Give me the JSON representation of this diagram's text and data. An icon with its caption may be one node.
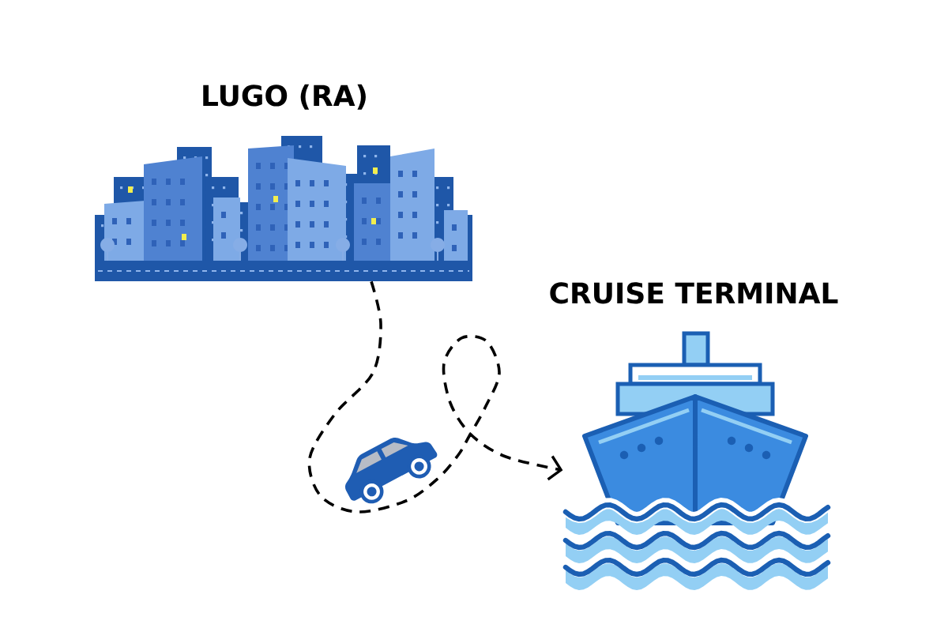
{
  "diagram": {
    "nodes": [
      {
        "text": [
          "LUGO (RA)"
        ]
      },
      {
        "text": [
          "CRUISE TERMINAL"
        ]
      }
    ],
    "edges": [
      {
        "from": 0,
        "to": 1,
        "arrow": "to",
        "style": "dashed"
      }
    ]
  }
}
